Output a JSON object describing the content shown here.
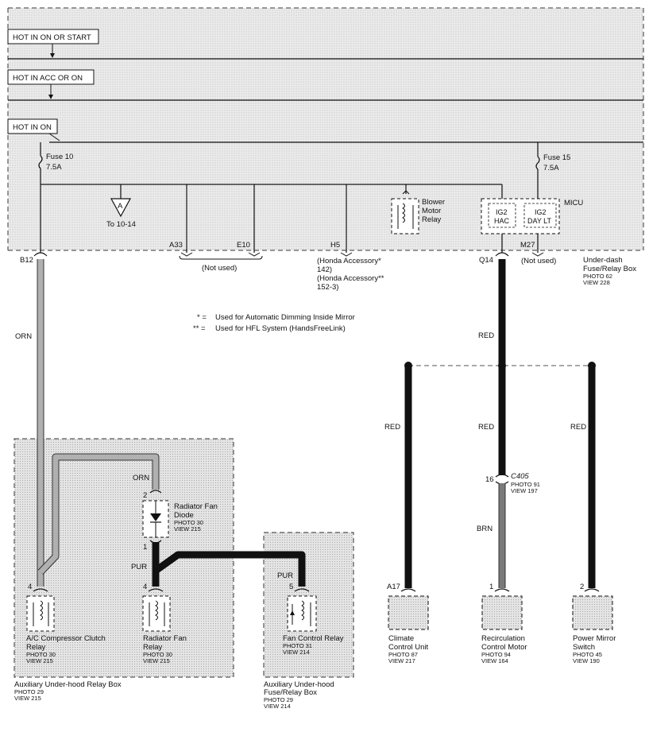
{
  "power_labels": {
    "hot_on_or_start": "HOT IN ON OR START",
    "hot_acc_or_on": "HOT IN ACC OR ON",
    "hot_on": "HOT IN ON"
  },
  "fuses": {
    "fuse10_name": "Fuse 10",
    "fuse10_rating": "7.5A",
    "fuse15_name": "Fuse 15",
    "fuse15_rating": "7.5A"
  },
  "connector_ref": {
    "letter": "A",
    "destination": "To 10-14"
  },
  "terminals": {
    "a33": "A33",
    "e10": "E10",
    "h5": "H5",
    "m27": "M27",
    "b12": "B12",
    "q14": "Q14",
    "not_used_1": "(Not used)",
    "not_used_2": "(Not used)",
    "honda_acc_1": "(Honda Accessory*",
    "honda_acc_1b": "142)",
    "honda_acc_2": "(Honda Accessory**",
    "honda_acc_2b": "152-3)"
  },
  "blower_relay": {
    "line1": "Blower",
    "line2": "Motor",
    "line3": "Relay"
  },
  "micu": {
    "title": "MICU",
    "ig2_hac_1": "IG2",
    "ig2_hac_2": "HAC",
    "ig2_day_1": "IG2",
    "ig2_day_2": "DAY LT"
  },
  "underdash_box": {
    "line1": "Under-dash",
    "line2": "Fuse/Relay Box",
    "photo": "PHOTO 62",
    "view": "VIEW 228"
  },
  "notes": {
    "star1_symbol": "* =",
    "star1_text": "Used for Automatic Dimming Inside Mirror",
    "star2_symbol": "** =",
    "star2_text": "Used for HFL System (HandsFreeLink)"
  },
  "wire_colors": {
    "orn_main": "ORN",
    "orn_relay": "ORN",
    "pur_1": "PUR",
    "pur_2": "PUR",
    "red_main": "RED",
    "red_left": "RED",
    "red_mid": "RED",
    "red_right": "RED",
    "brn": "BRN"
  },
  "pins": {
    "ac_relay": "4",
    "diode_top": "2",
    "diode_bottom": "1",
    "fan_relay": "4",
    "fan_control": "5",
    "climate": "A17",
    "recirc": "1",
    "mirror": "2",
    "c405_pin": "16"
  },
  "c405": {
    "name": "C405",
    "photo": "PHOTO 91",
    "view": "VIEW 197"
  },
  "components": {
    "diode": {
      "line1": "Radiator Fan",
      "line2": "Diode",
      "photo": "PHOTO 30",
      "view": "VIEW 215"
    },
    "ac_relay": {
      "line1": "A/C Compressor Clutch",
      "line2": "Relay",
      "photo": "PHOTO 30",
      "view": "VIEW 215"
    },
    "fan_relay": {
      "line1": "Radiator Fan",
      "line2": "Relay",
      "photo": "PHOTO 30",
      "view": "VIEW 215"
    },
    "fan_control": {
      "line1": "Fan Control Relay",
      "photo": "PHOTO 31",
      "view": "VIEW 214"
    },
    "climate": {
      "line1": "Climate",
      "line2": "Control Unit",
      "photo": "PHOTO 87",
      "view": "VIEW 217"
    },
    "recirc": {
      "line1": "Recirculation",
      "line2": "Control Motor",
      "photo": "PHOTO 94",
      "view": "VIEW 164"
    },
    "mirror": {
      "line1": "Power Mirror",
      "line2": "Switch",
      "photo": "PHOTO 45",
      "view": "VIEW 190"
    }
  },
  "boxes": {
    "aux_relay": {
      "line1": "Auxiliary Under-hood Relay Box",
      "photo": "PHOTO 29",
      "view": "VIEW 215"
    },
    "aux_fuse": {
      "line1": "Auxiliary Under-hood",
      "line2": "Fuse/Relay Box",
      "photo": "PHOTO 29",
      "view": "VIEW 214"
    }
  },
  "colors": {
    "dotted_area": "#e6e6e6",
    "wire_gray": "#a8a8a8",
    "wire_black": "#111111",
    "wire_brown": "#7a7a7a"
  }
}
